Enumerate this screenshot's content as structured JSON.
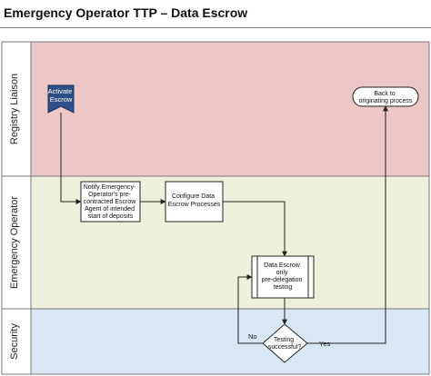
{
  "title": "Emergency Operator TTP – Data Escrow",
  "lanes": [
    {
      "id": "registry",
      "label": "Registry Liaison",
      "color": "#ebc7c7"
    },
    {
      "id": "operator",
      "label": "Emergency Operator",
      "color": "#eef0dc"
    },
    {
      "id": "security",
      "label": "Security",
      "color": "#d8e7f3"
    }
  ],
  "nodes": {
    "activate": {
      "lines": [
        "Activate",
        "Escrow"
      ],
      "fill": "#2f4f8a",
      "text_color": "#ffffff"
    },
    "back": {
      "lines": [
        "Back to",
        "originating process"
      ]
    },
    "notify": {
      "lines": [
        "Notify Emergency-",
        "Operator's pre-",
        "contracted Escrow",
        "Agent of intended",
        "start of deposits"
      ]
    },
    "configure": {
      "lines": [
        "Configure Data",
        "Escrow Processes"
      ]
    },
    "testing": {
      "lines": [
        "Data Escrow",
        "only",
        "pre-delegation",
        "testing"
      ]
    },
    "decision": {
      "lines": [
        "Testing",
        "successful?"
      ]
    }
  },
  "edge_labels": {
    "no": "No",
    "yes": "Yes"
  }
}
